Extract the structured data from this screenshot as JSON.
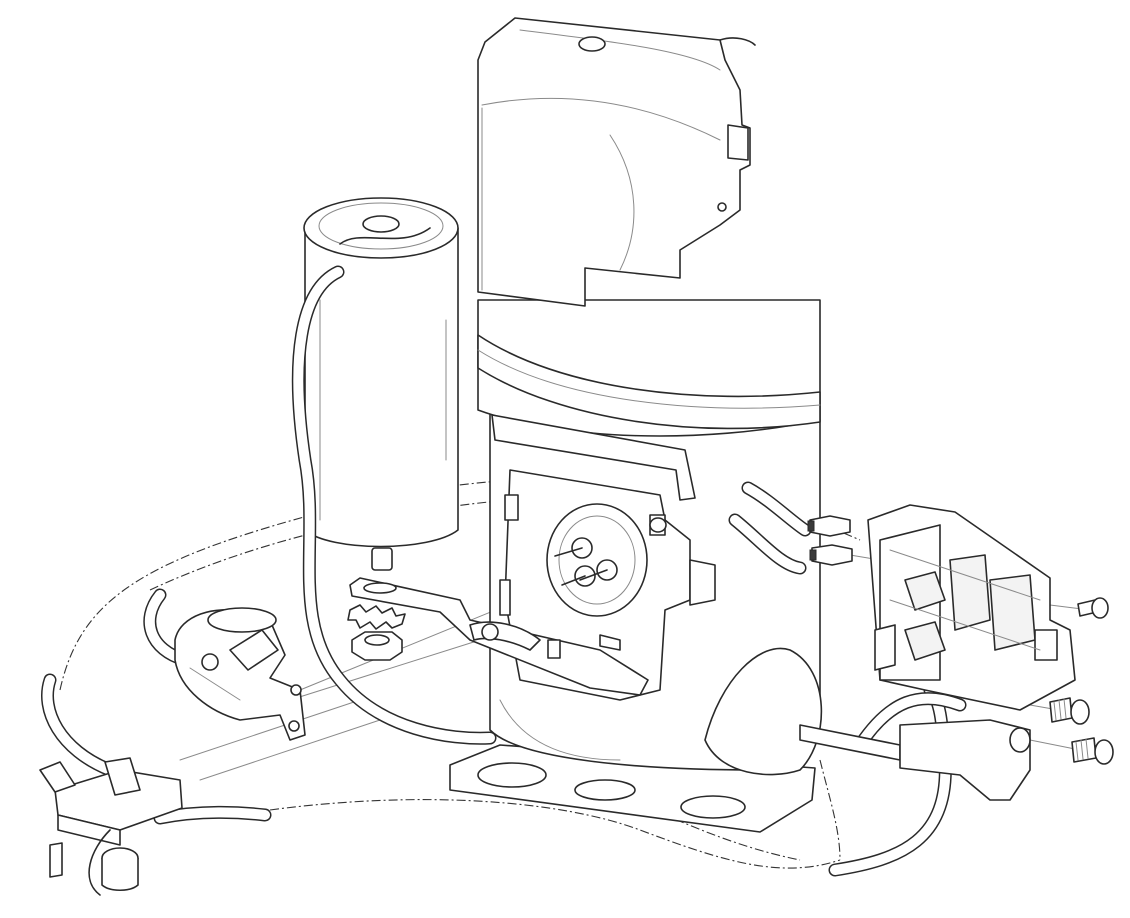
{
  "diagram": {
    "style": "exploded technical line drawing",
    "stroke_color": "#2a2a2a",
    "background": "#ffffff",
    "parts": [
      "compressor",
      "terminal-cover",
      "run-capacitor",
      "terminal-pins",
      "mounting-bracket",
      "star-washer",
      "hex-nut",
      "overload-protector",
      "relay-switch",
      "start-relay-assembly",
      "cable-clamp",
      "screws",
      "spade-connectors",
      "mounting-base-plate"
    ]
  }
}
